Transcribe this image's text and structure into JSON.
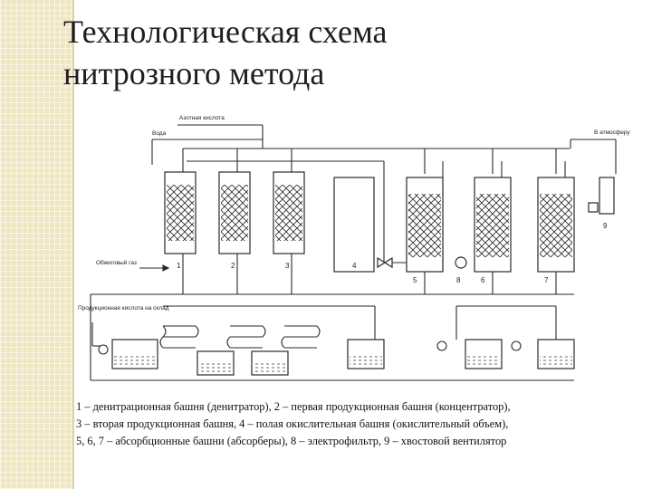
{
  "slide": {
    "title_line1": "Технологическая схема",
    "title_line2": "нитрозного метода"
  },
  "diagram": {
    "labels": {
      "nitric_acid": "Азотная кислота",
      "water": "Вода",
      "to_atmosphere": "В атмосферу",
      "roasting_gas": "Обжиговый газ",
      "product_acid": "Продукционная кислота на склад"
    },
    "tower_numbers": [
      "1",
      "2",
      "3",
      "4",
      "5",
      "6",
      "7",
      "8",
      "9"
    ]
  },
  "caption": {
    "line1": "1 – денитрационная башня (денитратор), 2 – первая продукционная башня (концентратор),",
    "line2": "3 – вторая продукционная башня, 4 – полая окислительная башня (окислительный объем),",
    "line3": "5, 6, 7 – абсорбционные башни (абсорберы), 8 – электрофильтр, 9 – хвостовой вентилятор"
  },
  "colors": {
    "line": "#2a2a2a",
    "title": "#1e1e1e",
    "side_strip": "#efe6c4"
  }
}
